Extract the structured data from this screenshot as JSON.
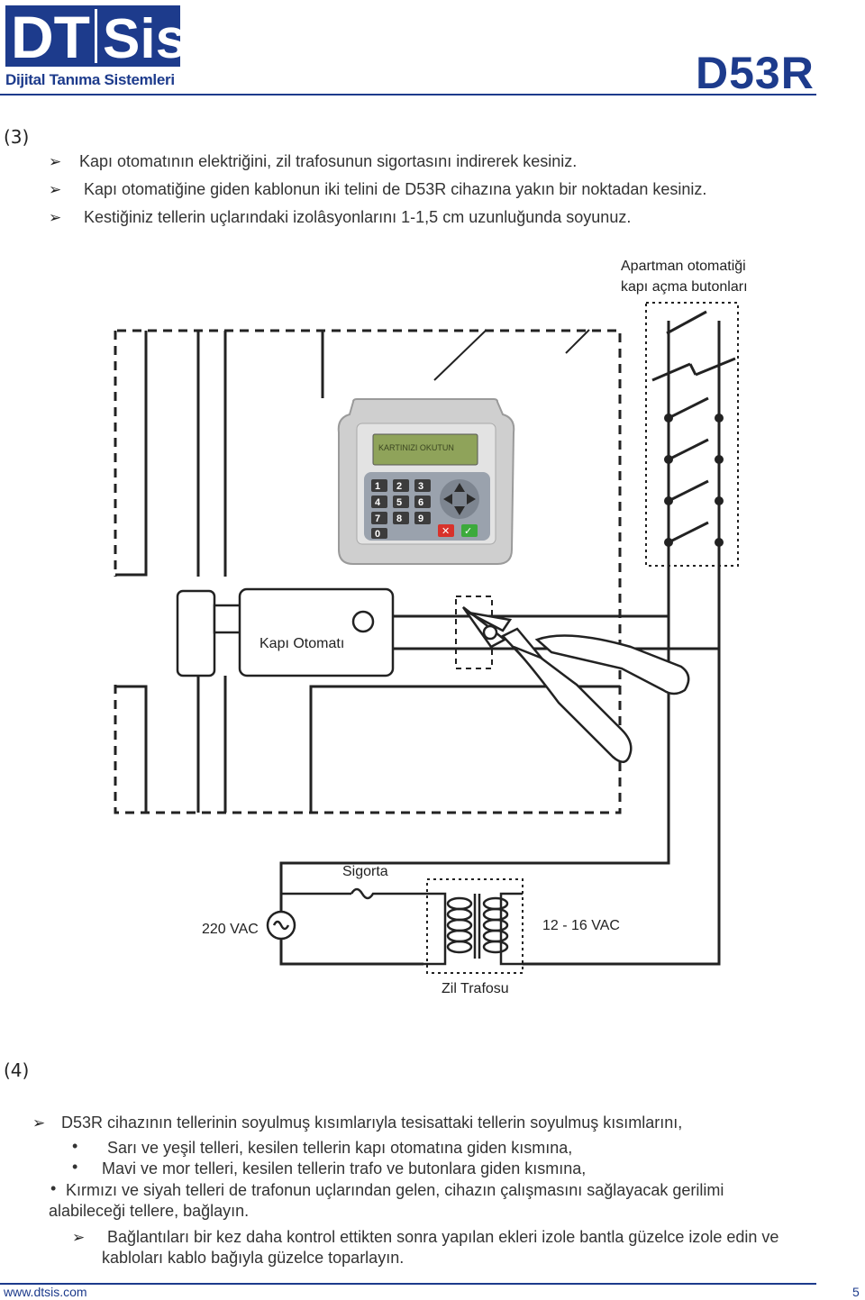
{
  "header": {
    "logo_text_1": "DT",
    "logo_text_2": "Sis",
    "logo_subtitle": "Dijital Tanıma Sistemleri",
    "doc_code": "D53R"
  },
  "step3": {
    "label": "(3)",
    "items": [
      "Kapı otomatının elektriğini, zil trafosunun sigortasını indirerek kesiniz.",
      "Kapı otomatiğine giden kablonun iki telini de D53R cihazına yakın bir noktadan kesiniz.",
      "Kestiğiniz tellerin uçlarındaki izolâsyonlarını 1-1,5 cm uzunluğunda soyunuz."
    ]
  },
  "diagram": {
    "buttons_label_1": "Apartman otomatiği",
    "buttons_label_2": "kapı açma butonları",
    "device_screen": "KARTINIZI OKUTUN",
    "keypad_keys": [
      "1",
      "2",
      "3",
      "4",
      "5",
      "6",
      "7",
      "8",
      "9",
      "0"
    ],
    "door_lock_label": "Kapı Otomatı",
    "fuse_label": "Sigorta",
    "mains_label": "220 VAC",
    "secondary_label": "12 - 16 VAC",
    "transformer_label": "Zil Trafosu"
  },
  "step4": {
    "label": "(4)",
    "intro": "D53R cihazının tellerinin soyulmuş kısımlarıyla tesisattaki tellerin soyulmuş kısımlarını,",
    "sub1": "Sarı ve yeşil telleri, kesilen tellerin kapı otomatına giden kısmına,",
    "sub2": "Mavi ve mor telleri, kesilen tellerin trafo ve butonlara giden kısmına,",
    "sub3_line1": "Kırmızı ve siyah telleri de trafonun uçlarından gelen, cihazın çalışmasını sağlayacak gerilimi",
    "sub3_line2": "alabileceği tellere, bağlayın.",
    "final_line1": "Bağlantıları bir kez daha kontrol ettikten sonra yapılan ekleri izole bantla güzelce izole edin ve",
    "final_line2": "kabloları kablo bağıyla güzelce toparlayın."
  },
  "footer": {
    "url": "www.dtsis.com",
    "page": "5"
  },
  "colors": {
    "brand": "#1d3b8c"
  }
}
